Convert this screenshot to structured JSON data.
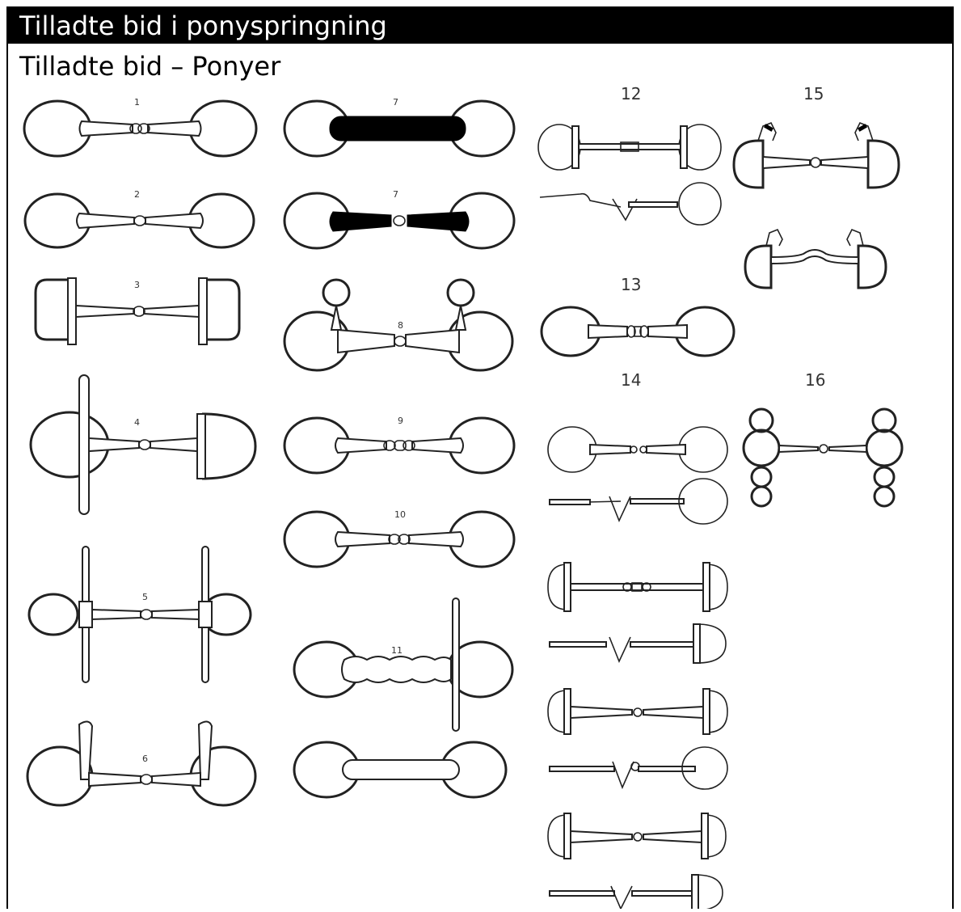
{
  "header": {
    "title": "Tilladte bid i ponyspringning"
  },
  "section": {
    "subtitle": "Tilladte bid – Ponyer"
  },
  "bits": [
    {
      "number": "1",
      "icon": "eggbutt-snaffle-double-joint-icon"
    },
    {
      "number": "2",
      "icon": "loose-ring-snaffle-icon"
    },
    {
      "number": "3",
      "icon": "d-ring-snaffle-icon"
    },
    {
      "number": "4",
      "icon": "half-cheek-snaffle-icon"
    },
    {
      "number": "5",
      "icon": "full-cheek-snaffle-icon"
    },
    {
      "number": "6",
      "icon": "half-spoon-cheek-snaffle-icon"
    },
    {
      "number": "7",
      "icon": "rubber-straight-bar-bit-icon"
    },
    {
      "number": "7",
      "icon": "rubber-jointed-bit-icon"
    },
    {
      "number": "8",
      "icon": "baucher-snaffle-icon"
    },
    {
      "number": "9",
      "icon": "french-link-snaffle-icon"
    },
    {
      "number": "10",
      "icon": "double-link-snaffle-icon"
    },
    {
      "number": "11",
      "icon": "twisted-mullen-full-cheek-bit-icon"
    },
    {
      "number": "",
      "icon": "straight-bar-snaffle-icon"
    },
    {
      "number": "12",
      "icon": "hanging-cheek-bit-icon"
    },
    {
      "number": "13",
      "icon": "lozenge-snaffle-icon"
    },
    {
      "number": "14",
      "icon": "loose-ring-lozenge-snaffle-icon"
    },
    {
      "number": "15",
      "icon": "dee-ring-with-hooks-bit-icon"
    },
    {
      "number": "16",
      "icon": "dutch-gag-bit-icon"
    }
  ]
}
